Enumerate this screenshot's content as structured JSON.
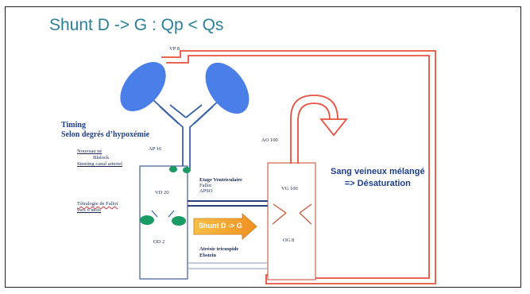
{
  "slide": {
    "title": "Shunt D -> G : Qp < Qs"
  },
  "labels": {
    "vp": "VP 8",
    "timing_line1": "Timing",
    "timing_line2": "Selon degrés d’hypoxémie",
    "ap": "AP 16",
    "ao": "AO 100",
    "nouveau_ne": "Nouveau né",
    "blalock": "Blalock",
    "stenting": "Stenting canal arteriel",
    "vd": "VD 20",
    "tetralogie": "Tétralogie de Fallot",
    "vers6": "vers 6 mois",
    "etage": "Etage Ventriculaire",
    "fallot": "Fallot",
    "apso": "APSO",
    "vg": "VG 100",
    "sang_line1": "Sang veineux mélangé",
    "sang_line2": "=> Désaturation",
    "shunt": "Shunt D -> G",
    "od": "OD 2",
    "og": "OG 8",
    "atresie": "Atrésie tricuspide",
    "ebstein": "Ebstein"
  },
  "colors": {
    "title": "#2b7f97",
    "lung_blue": "#4a7ee8",
    "valve_green": "#1a9b64",
    "red_vessel": "#e8503f",
    "shunt_arrow": "#f3a12d",
    "navy": "#1e3f8f"
  }
}
